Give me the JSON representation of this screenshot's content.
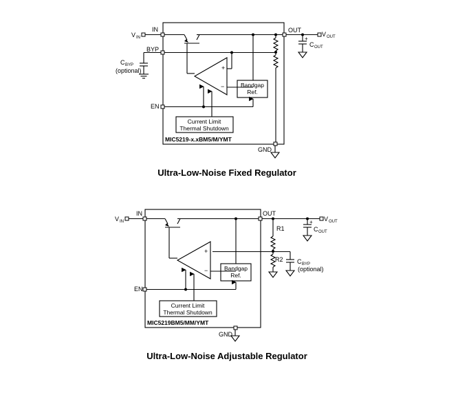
{
  "fixed": {
    "caption": "Ultra-Low-Noise Fixed Regulator",
    "part_number": "MIC5219-x.xBM5/M/YMT",
    "pins": {
      "in": "IN",
      "out": "OUT",
      "byp": "BYP",
      "en": "EN",
      "gnd": "GND"
    },
    "vin": {
      "main": "V",
      "sub": "IN"
    },
    "vout": {
      "main": "V",
      "sub": "OUT"
    },
    "cout": {
      "main": "C",
      "sub": "OUT"
    },
    "cbyp": {
      "main": "C",
      "sub": "BYP",
      "note": "(optional)"
    },
    "bandgap": {
      "line1": "Bandgap",
      "line2": "Ref."
    },
    "current_limit": {
      "line1": "Current Limit",
      "line2": "Thermal Shutdown"
    },
    "plus": "+",
    "minus": "−"
  },
  "adjustable": {
    "caption": "Ultra-Low-Noise Adjustable Regulator",
    "part_number": "MIC5219BM5/MM/YMT",
    "pins": {
      "in": "IN",
      "out": "OUT",
      "en": "EN",
      "gnd": "GND"
    },
    "vin": {
      "main": "V",
      "sub": "IN"
    },
    "vout": {
      "main": "V",
      "sub": "OUT"
    },
    "cout": {
      "main": "C",
      "sub": "OUT"
    },
    "cbyp": {
      "main": "C",
      "sub": "BYP",
      "note": "(optional)"
    },
    "r1": "R1",
    "r2": "R2",
    "bandgap": {
      "line1": "Bandgap",
      "line2": "Ref."
    },
    "current_limit": {
      "line1": "Current Limit",
      "line2": "Thermal Shutdown"
    },
    "plus": "+",
    "minus": "−"
  }
}
